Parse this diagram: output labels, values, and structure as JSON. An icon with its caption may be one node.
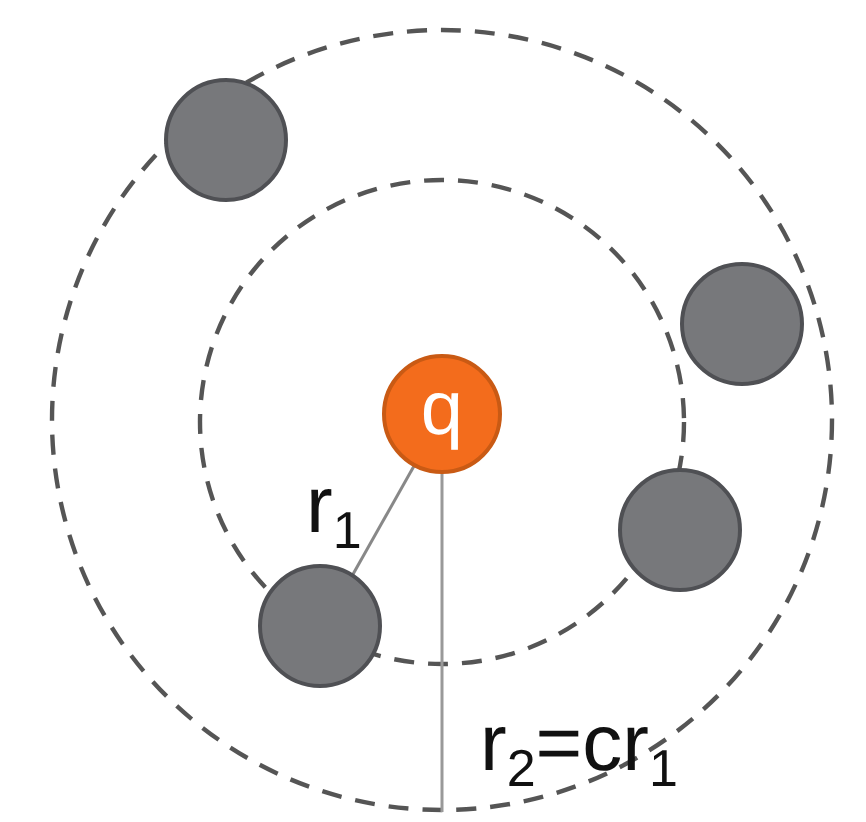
{
  "diagram": {
    "nodes": [
      {
        "text": [
          "q"
        ]
      },
      {
        "text": [],
        "shape": "circle"
      },
      {
        "text": [],
        "shape": "circle"
      },
      {
        "text": [],
        "shape": "circle"
      },
      {
        "text": [],
        "shape": "circle"
      }
    ],
    "labels": [
      "r$_{1}$",
      "r$_{2}$=cr$_{1}$"
    ]
  }
}
